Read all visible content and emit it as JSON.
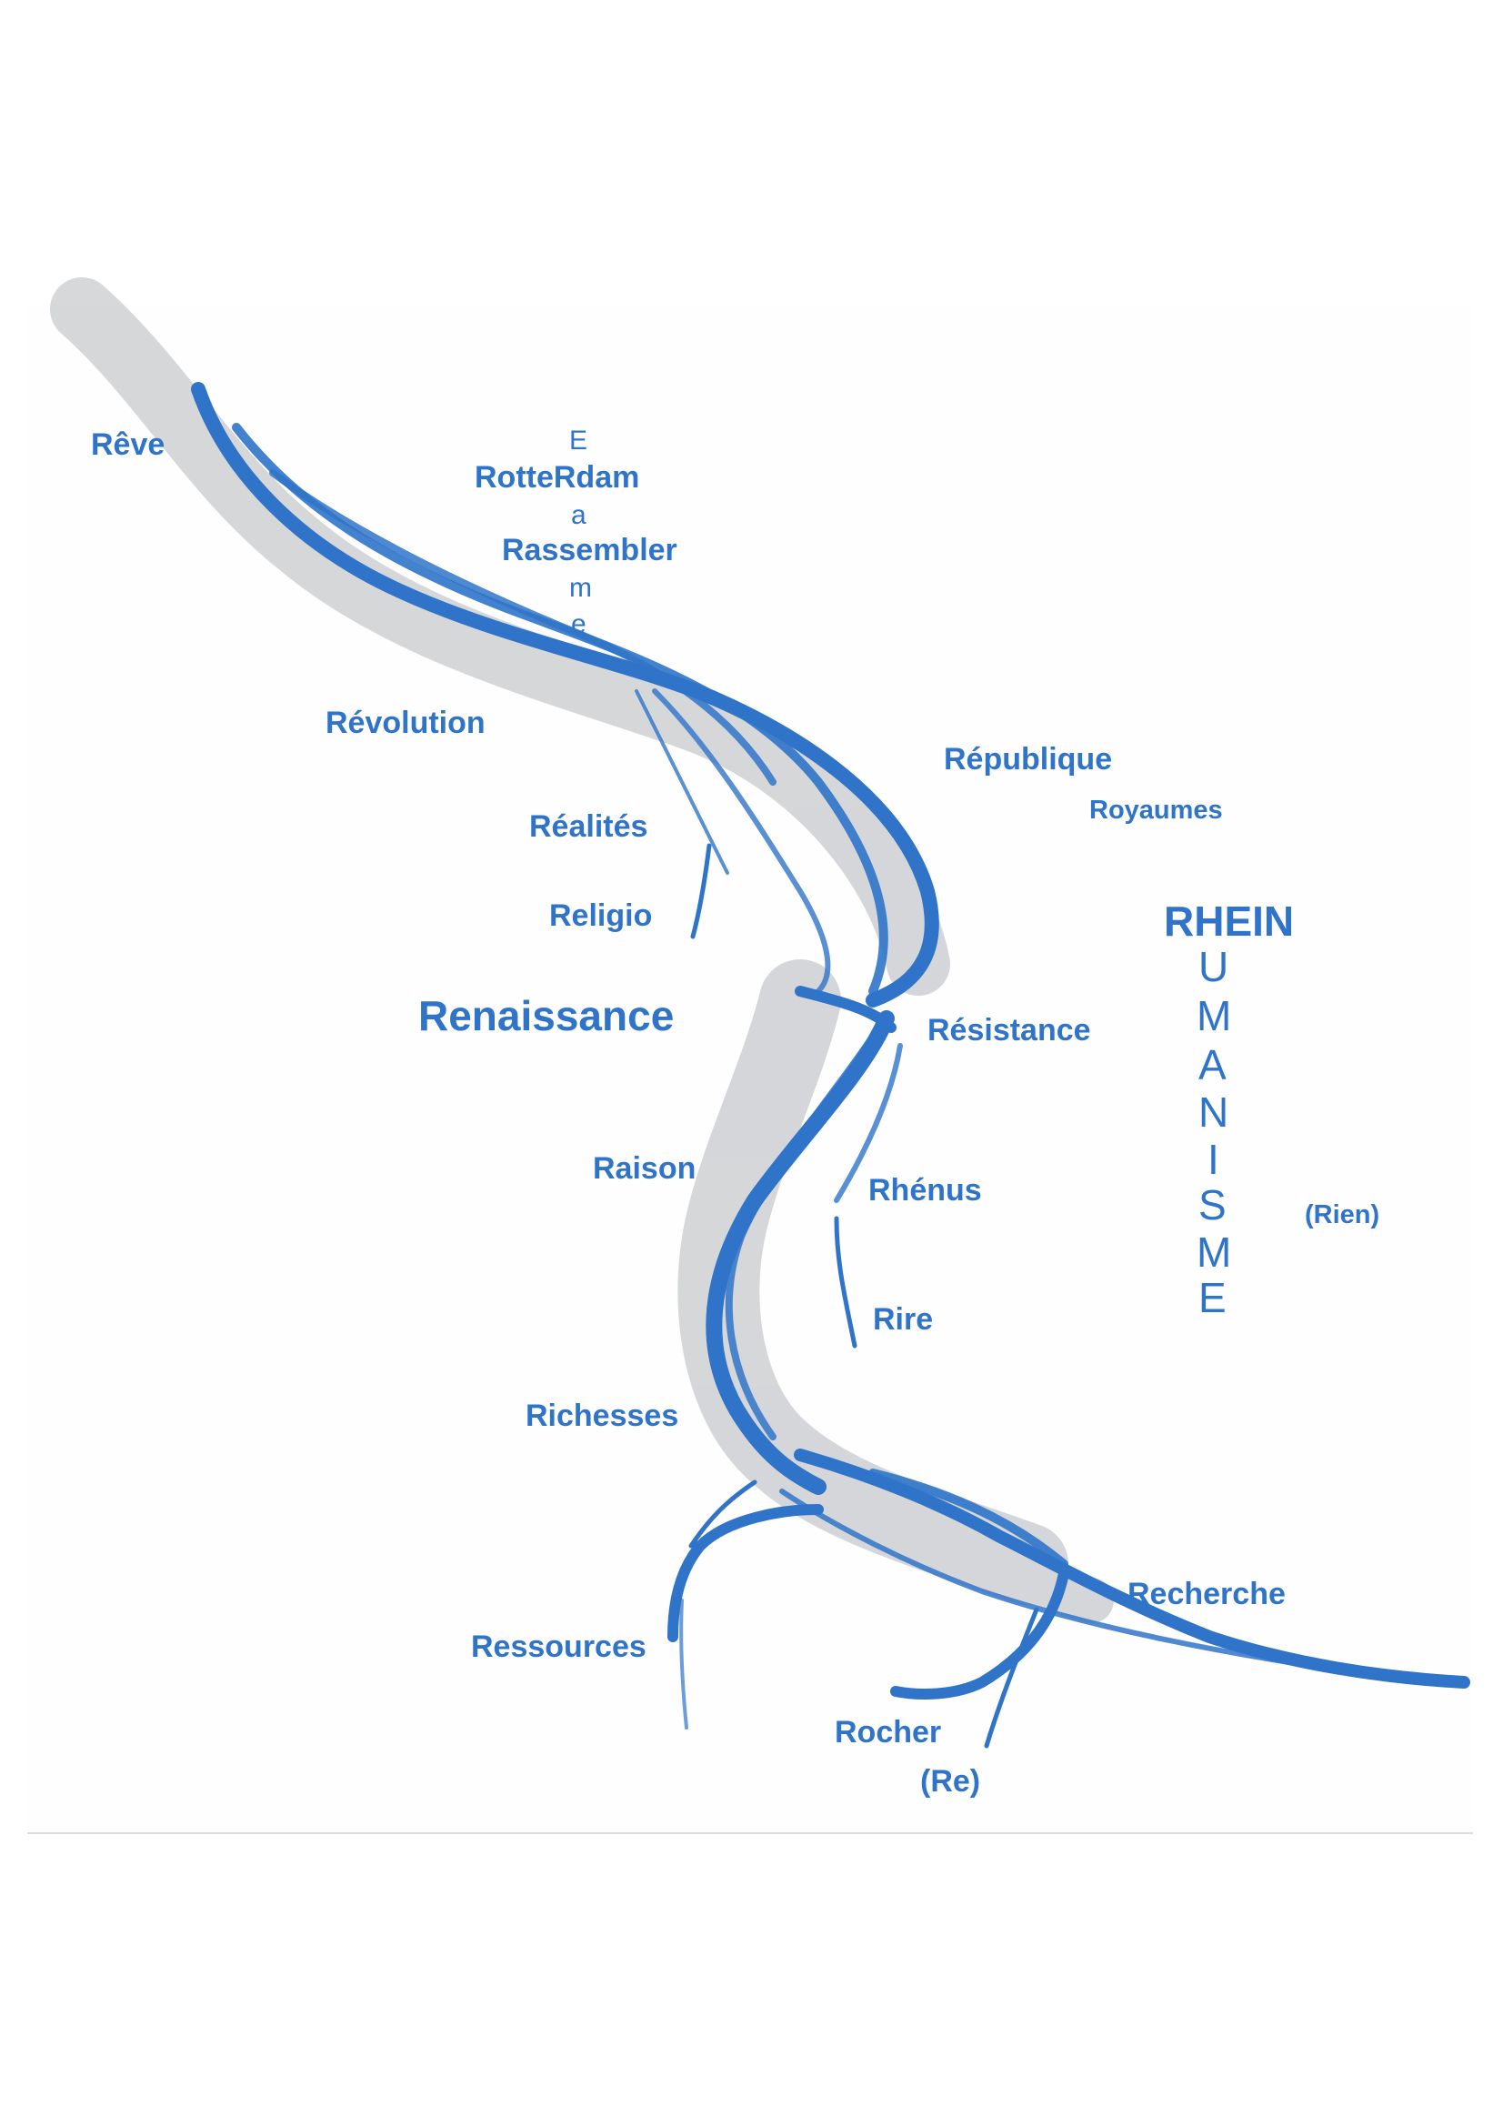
{
  "colors": {
    "ink": "#2f74c9",
    "pencil": "#8a8f96",
    "paper": "#ffffff"
  },
  "words": {
    "reve": "Rêve",
    "rotterdam": "RotteRdam",
    "rassembler": "Rassembler",
    "erasme_letters": [
      "E",
      "a",
      "m",
      "e"
    ],
    "revolution": "Révolution",
    "republique": "République",
    "royaumes": "Royaumes",
    "realites": "Réalités",
    "religio": "Religio",
    "rhein": "RHEIN",
    "humanisme_letters": [
      "U",
      "M",
      "A",
      "N",
      "I",
      "S",
      "M",
      "E"
    ],
    "renaissance": "Renaissance",
    "resistance": "Résistance",
    "raison": "Raison",
    "rhenus": "Rhénus",
    "rien": "(Rien)",
    "rire": "Rire",
    "richesses": "Richesses",
    "ressources": "Ressources",
    "recherche": "Recherche",
    "rocher": "Rocher",
    "re": "(Re)"
  }
}
